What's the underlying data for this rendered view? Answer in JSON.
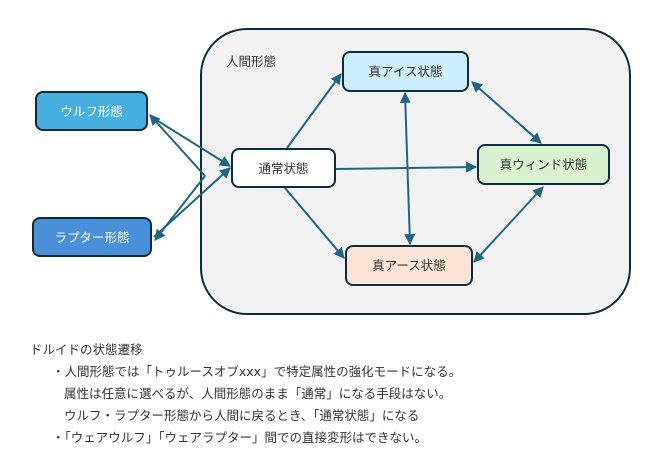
{
  "diagram": {
    "group": {
      "label": "人間形態",
      "fill": "#f2f2f2",
      "stroke": "#0d2b3e"
    },
    "edge_color": "#1f6585",
    "nodes": {
      "wolf": {
        "label": "ウルフ形態",
        "fill": "#47b0e0",
        "text_color": "#ffffff"
      },
      "raptor": {
        "label": "ラプター形態",
        "fill": "#4a90d9",
        "text_color": "#ffffff"
      },
      "normal": {
        "label": "通常状態",
        "fill": "#ffffff",
        "text_color": "#333333"
      },
      "ice": {
        "label": "真アイス状態",
        "fill": "#cdeefd",
        "text_color": "#333333"
      },
      "wind": {
        "label": "真ウィンド状態",
        "fill": "#d9f2d0",
        "text_color": "#333333"
      },
      "earth": {
        "label": "真アース状態",
        "fill": "#fde4d6",
        "text_color": "#333333"
      }
    },
    "edges": [
      {
        "from": "normal",
        "to": "wolf",
        "direction": "forward"
      },
      {
        "from": "wolf",
        "to": "normal",
        "direction": "forward"
      },
      {
        "from": "normal",
        "to": "raptor",
        "direction": "forward"
      },
      {
        "from": "raptor",
        "to": "normal",
        "direction": "forward"
      },
      {
        "from": "normal",
        "to": "ice",
        "direction": "forward"
      },
      {
        "from": "normal",
        "to": "wind",
        "direction": "forward"
      },
      {
        "from": "normal",
        "to": "earth",
        "direction": "forward"
      },
      {
        "from": "ice",
        "to": "earth",
        "direction": "both"
      },
      {
        "from": "ice",
        "to": "wind",
        "direction": "both"
      },
      {
        "from": "wind",
        "to": "earth",
        "direction": "both"
      }
    ]
  },
  "caption": {
    "title": "ドルイドの状態遷移",
    "lines": [
      "・人間形態では「トゥルースオブxxx」で特定属性の強化モードになる。",
      "属性は任意に選べるが、人間形態のまま「通常」になる手段はない。",
      "ウルフ・ラプター形態から人間に戻るとき、「通常状態」になる",
      "・「ウェアウルフ」「ウェアラプター」間での直接変形はできない。"
    ]
  }
}
